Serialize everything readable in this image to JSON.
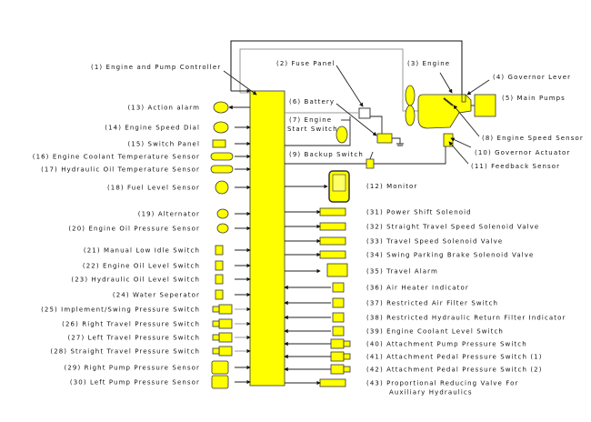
{
  "title": "Engine and Pump Controller System Wiring Diagram",
  "colors": {
    "component_fill": "#ffff00",
    "line": "#222222",
    "secondary_line": "#999999"
  },
  "controller": {
    "label": "(1) Engine and Pump Controller"
  },
  "top_components": [
    {
      "id": "2",
      "label": "(2) Fuse Panel"
    },
    {
      "id": "3",
      "label": "(3) Engine"
    },
    {
      "id": "4",
      "label": "(4) Governor Lever"
    },
    {
      "id": "5",
      "label": "(5) Main Pumps"
    },
    {
      "id": "6",
      "label": "(6) Battery"
    },
    {
      "id": "7a",
      "label": "(7) Engine"
    },
    {
      "id": "7b",
      "label": "Start Switch"
    },
    {
      "id": "8",
      "label": "(8) Engine Speed Sensor"
    },
    {
      "id": "9",
      "label": "(9) Backup Switch"
    },
    {
      "id": "10",
      "label": "(10) Governor Actuator"
    },
    {
      "id": "11",
      "label": "(11) Feedback Sensor"
    },
    {
      "id": "12",
      "label": "(12) Monitor"
    }
  ],
  "left_components": [
    {
      "label": "(13) Action alarm"
    },
    {
      "label": "(14) Engine Speed Dial"
    },
    {
      "label": "(15) Switch Panel"
    },
    {
      "label": "(16) Engine Coolant Temperature Sensor"
    },
    {
      "label": "(17) Hydraulic Oil Temperature Sensor"
    },
    {
      "label": "(18) Fuel Level Sensor"
    },
    {
      "label": "(19) Alternator"
    },
    {
      "label": "(20) Engine Oil Pressure Sensor"
    },
    {
      "label": "(21) Manual Low Idle Switch"
    },
    {
      "label": "(22) Engine Oil Level Switch"
    },
    {
      "label": "(23) Hydraulic Oil Level Switch"
    },
    {
      "label": "(24) Water Seperator"
    },
    {
      "label": "(25) Implement/Swing Pressure Switch"
    },
    {
      "label": "(26) Right Travel Pressure Switch"
    },
    {
      "label": "(27) Left Travel Pressure Switch"
    },
    {
      "label": "(28) Straight Travel Pressure Switch"
    },
    {
      "label": "(29) Right Pump Pressure Sensor"
    },
    {
      "label": "(30) Left Pump Pressure Sensor"
    }
  ],
  "right_components": [
    {
      "label": "(31) Power Shift Solenoid"
    },
    {
      "label": "(32) Straight Travel Speed Solenoid Valve"
    },
    {
      "label": "(33) Travel Speed Solenoid Valve"
    },
    {
      "label": "(34) Swing Parking Brake Solenoid Valve"
    },
    {
      "label": "(35) Travel Alarm"
    },
    {
      "label": "(36) Air Heater Indicator"
    },
    {
      "label": "(37) Restricted Air Filter Switch"
    },
    {
      "label": "(38) Restricted Hydraulic Return Filter Indicator"
    },
    {
      "label": "(39) Engine Coolant Level Switch"
    },
    {
      "label": "(40) Attachment Pump Pressure Switch"
    },
    {
      "label": "(41) Attachment Pedal Pressure Switch (1)"
    },
    {
      "label": "(42) Attachment Pedal Pressure Switch (2)"
    },
    {
      "label": "(43) Proportional Reducing Valve For"
    },
    {
      "label": "Auxiliary Hydraulics"
    }
  ]
}
